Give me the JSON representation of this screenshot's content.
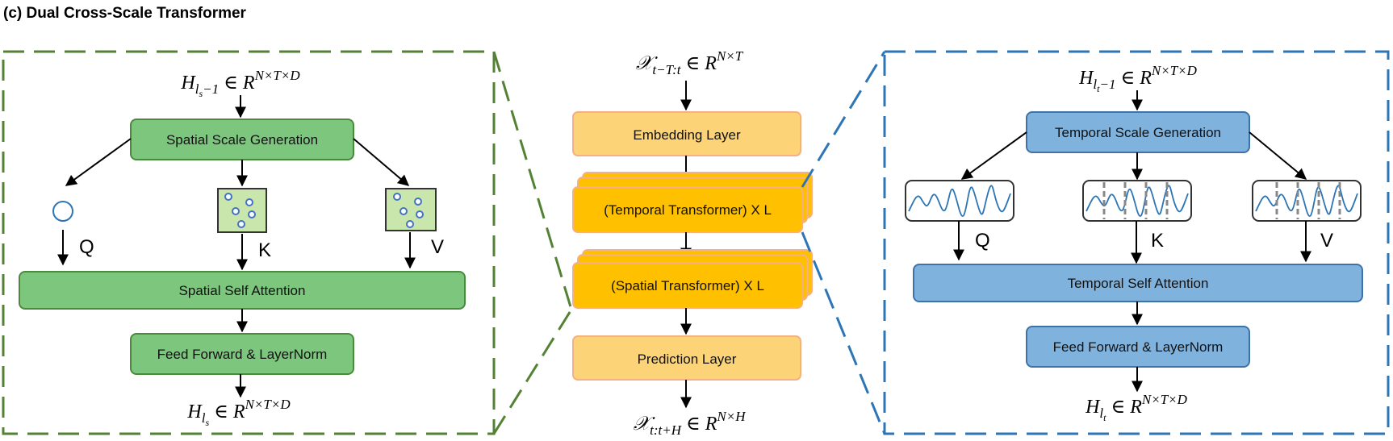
{
  "title": "(c) Dual Cross-Scale Transformer",
  "colors": {
    "green_fill": "#7dc67e",
    "green_border": "#4a8a3c",
    "green_dash": "#548235",
    "light_green_fill": "#c9e6ad",
    "orange_fill": "#fdd378",
    "orange_border": "#f5b183",
    "gold_fill": "#ffc000",
    "blue_fill": "#7fb3de",
    "blue_border": "#3f72a8",
    "blue_dash": "#2e75b6",
    "dot_blue": "#4472c4"
  },
  "spatial": {
    "input_label": {
      "sym": "H",
      "sub": "l",
      "subsub": "s",
      "tail": "−1",
      "space": "R",
      "sup": "N×T×D"
    },
    "scale_gen": "Spatial Scale Generation",
    "q": "Q",
    "k": "K",
    "v": "V",
    "self_attention": "Spatial Self Attention",
    "ffn": "Feed Forward & LayerNorm",
    "output_label": {
      "sym": "H",
      "sub": "l",
      "subsub": "s",
      "space": "R",
      "sup": "N×T×D"
    }
  },
  "center": {
    "input_label": {
      "sym": "𝒳",
      "sub": "t−T:t",
      "space": "R",
      "sup": "N×T"
    },
    "embedding": "Embedding Layer",
    "temporal_stack": "(Temporal Transformer) X L",
    "spatial_stack": "(Spatial Transformer) X L",
    "prediction": "Prediction Layer",
    "output_label": {
      "sym": "𝒳",
      "sub": "t:t+H",
      "space": "R",
      "sup": "N×H"
    }
  },
  "temporal": {
    "input_label": {
      "sym": "H",
      "sub": "l",
      "subsub": "t",
      "tail": "−1",
      "space": "R",
      "sup": "N×T×D"
    },
    "scale_gen": "Temporal Scale Generation",
    "q": "Q",
    "k": "K",
    "v": "V",
    "self_attention": "Temporal Self Attention",
    "ffn": "Feed Forward & LayerNorm",
    "output_label": {
      "sym": "H",
      "sub": "l",
      "subsub": "t",
      "space": "R",
      "sup": "N×T×D"
    }
  }
}
